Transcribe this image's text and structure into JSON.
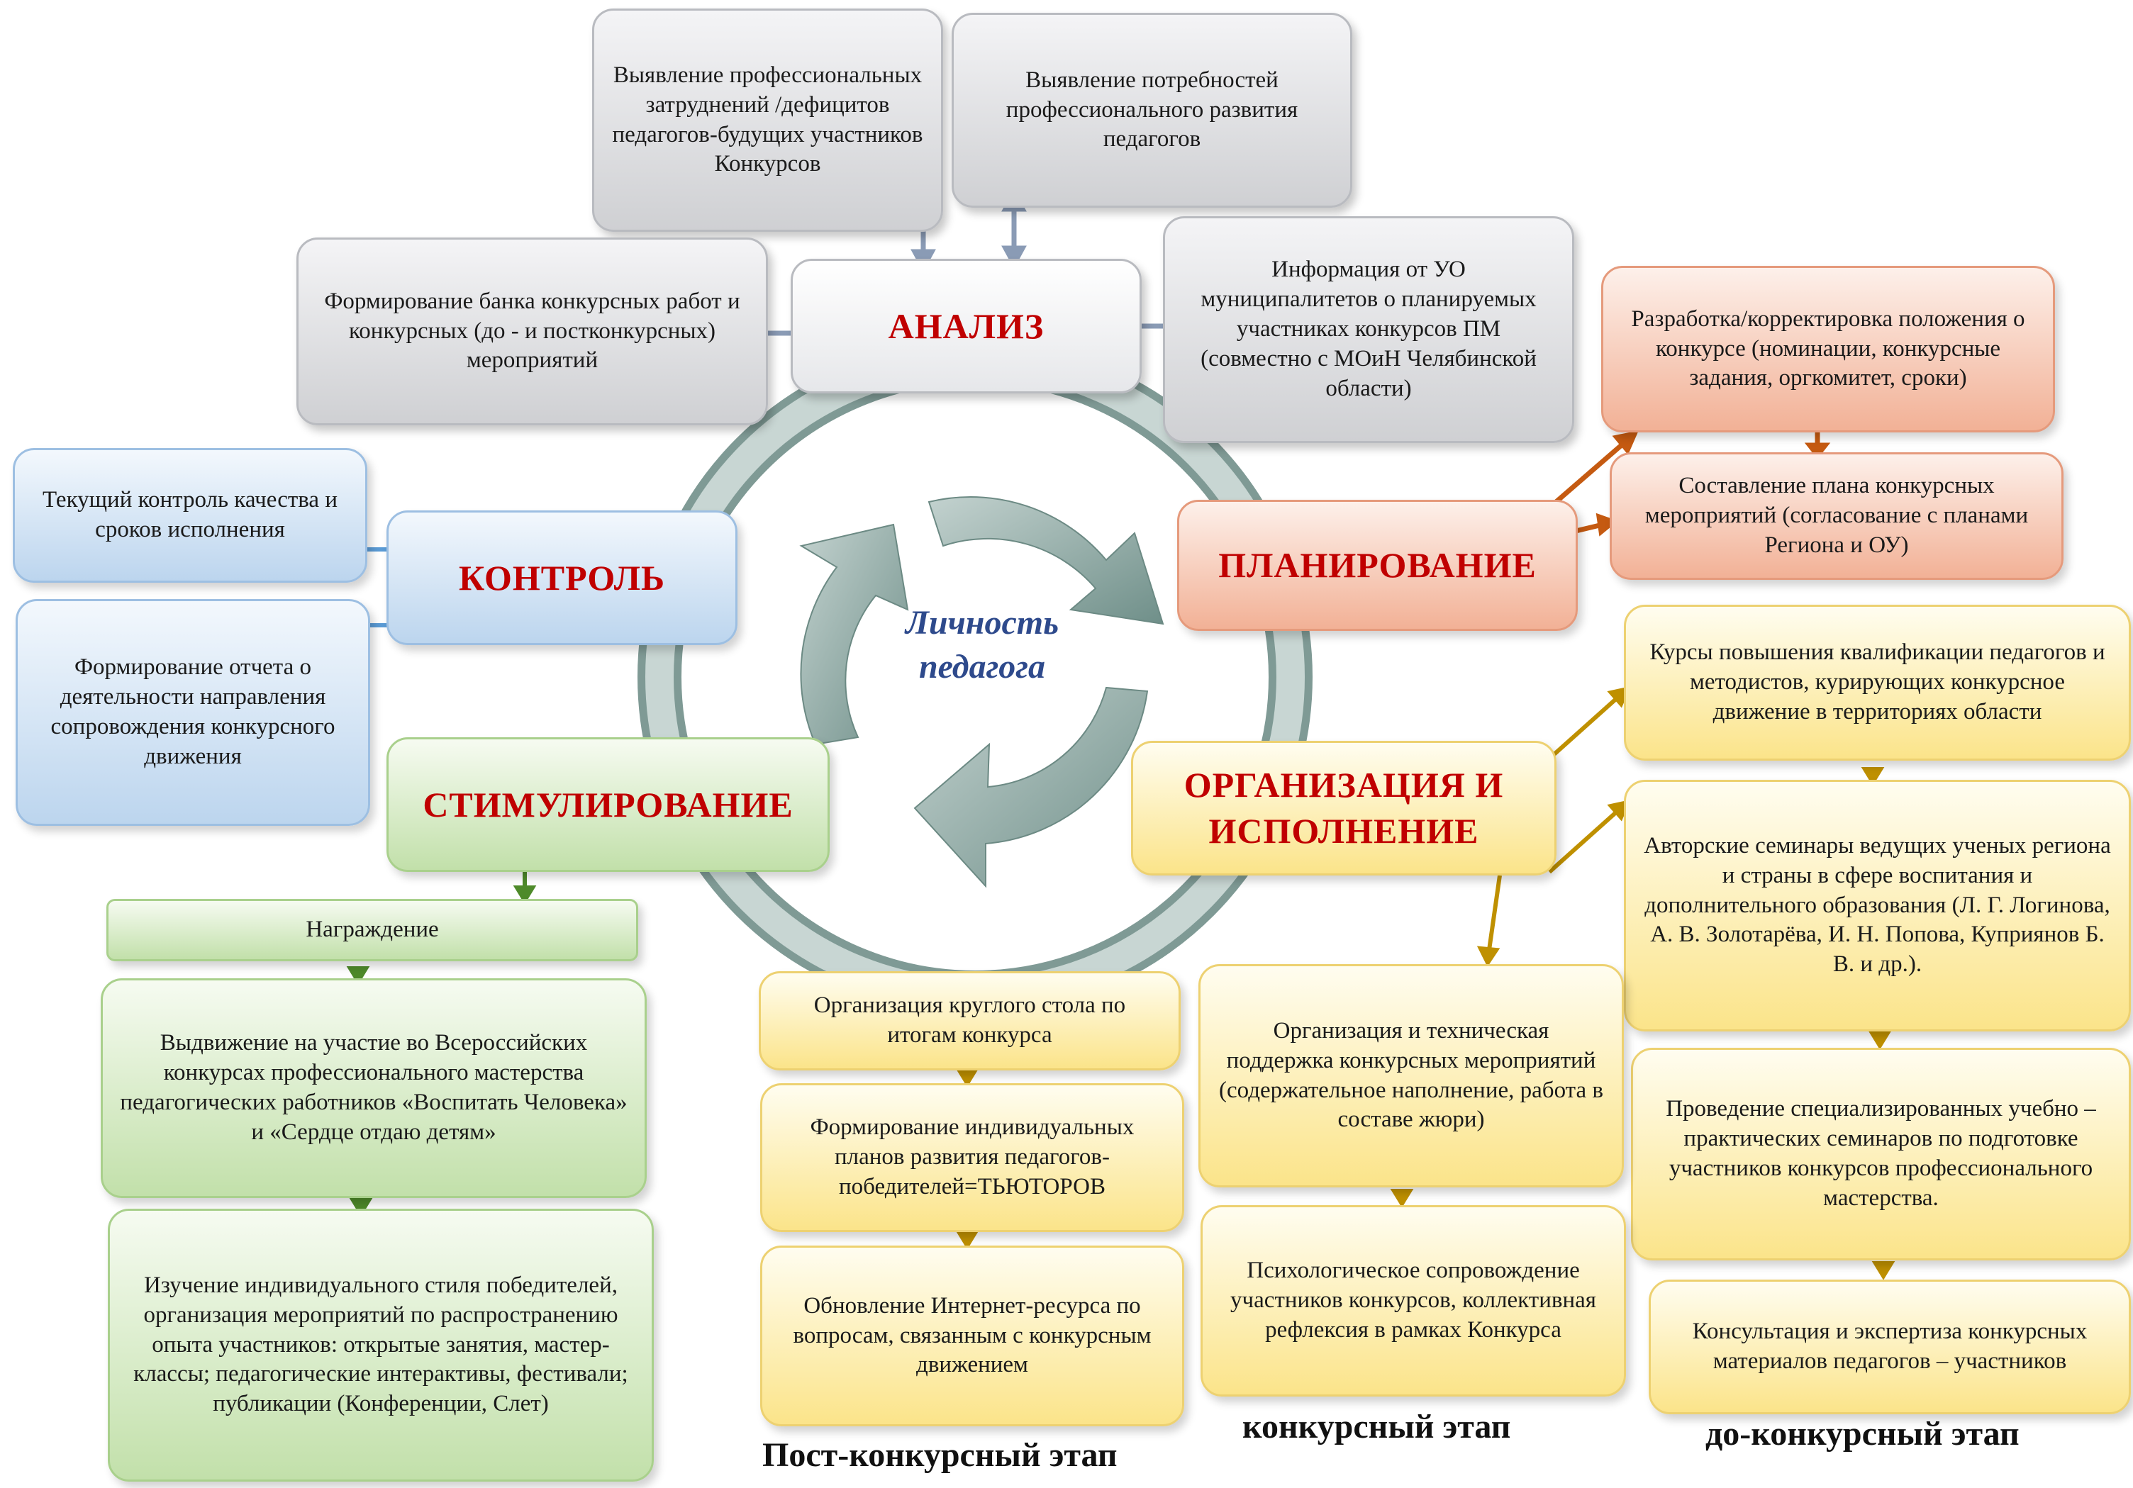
{
  "center": {
    "label": "Личность педагога"
  },
  "headers": {
    "analysis": "АНАЛИЗ",
    "planning": "ПЛАНИРОВАНИЕ",
    "control": "КОНТРОЛЬ",
    "stimulation": "СТИМУЛИРОВАНИЕ",
    "organization": "ОРГАНИЗАЦИЯ И ИСПОЛНЕНИЕ"
  },
  "analysis": {
    "difficulties": "Выявление профессиональных затруднений /дефицитов педагогов-будущих участников Конкурсов",
    "needs": "Выявление потребностей профессионального развития педагогов",
    "bank": "Формирование банка конкурсных работ и конкурсных (до - и постконкурсных) мероприятий",
    "info": "Информация от УО муниципалитетов о планируемых участниках конкурсов ПМ (совместно с МОиН Челябинской области)"
  },
  "planning": {
    "regulation": "Разработка/корректировка положения о конкурсе (номинации, конкурсные задания, оргкомитет, сроки)",
    "plan": "Составление плана конкурсных мероприятий (согласование с планами Региона и ОУ)"
  },
  "control": {
    "current": "Текущий контроль качества и сроков исполнения",
    "report": "Формирование отчета о деятельности направления сопровождения конкурсного движения"
  },
  "stimulation": {
    "award": "Награждение",
    "nomination": "Выдвижение на участие во Всероссийских конкурсах профессионального мастерства педагогических работников «Воспитать Человека» и «Сердце отдаю детям»",
    "study": "Изучение индивидуального стиля победителей, организация мероприятий по распространению опыта участников: открытые занятия, мастер-классы; педагогические интерактивы, фестивали; публикации (Конференции, Слет)"
  },
  "post_stage": {
    "round_table": "Организация круглого стола по итогам конкурса",
    "plans": "Формирование индивидуальных планов развития педагогов-победителей=ТЬЮТОРОВ",
    "update": "Обновление Интернет-ресурса по вопросам, связанным с конкурсным движением"
  },
  "contest_stage": {
    "tech_support": "Организация и техническая поддержка конкурсных мероприятий (содержательное наполнение, работа в составе жюри)",
    "psych": "Психологическое сопровождение участников конкурсов, коллективная рефлексия в рамках Конкурса"
  },
  "pre_stage": {
    "courses": "Курсы повышения квалификации педагогов и методистов, курирующих конкурсное движение в территориях области",
    "seminars": "Авторские семинары ведущих ученых региона и страны в сфере воспитания и дополнительного образования (Л. Г. Логинова, А. В. Золотарёва, И. Н. Попова, Куприянов Б. В. и др.).",
    "practical": "Проведение специализированных учебно – практических семинаров по подготовке участников конкурсов профессионального мастерства.",
    "consult": "Консультация и экспертиза конкурсных материалов педагогов – участников"
  },
  "stage_labels": {
    "post": "Пост-конкурсный этап",
    "contest": "конкурсный этап",
    "pre": "до-конкурсный этап"
  },
  "colors": {
    "header_text": "#c00000",
    "center_text": "#2e4a8c",
    "ring": "#9fb7b3",
    "arrow_gray": "#8a9bb5",
    "arrow_blue": "#5b9bd5",
    "arrow_orange": "#c55a11",
    "arrow_gold": "#bf9000",
    "arrow_green": "#4e8a2a"
  }
}
